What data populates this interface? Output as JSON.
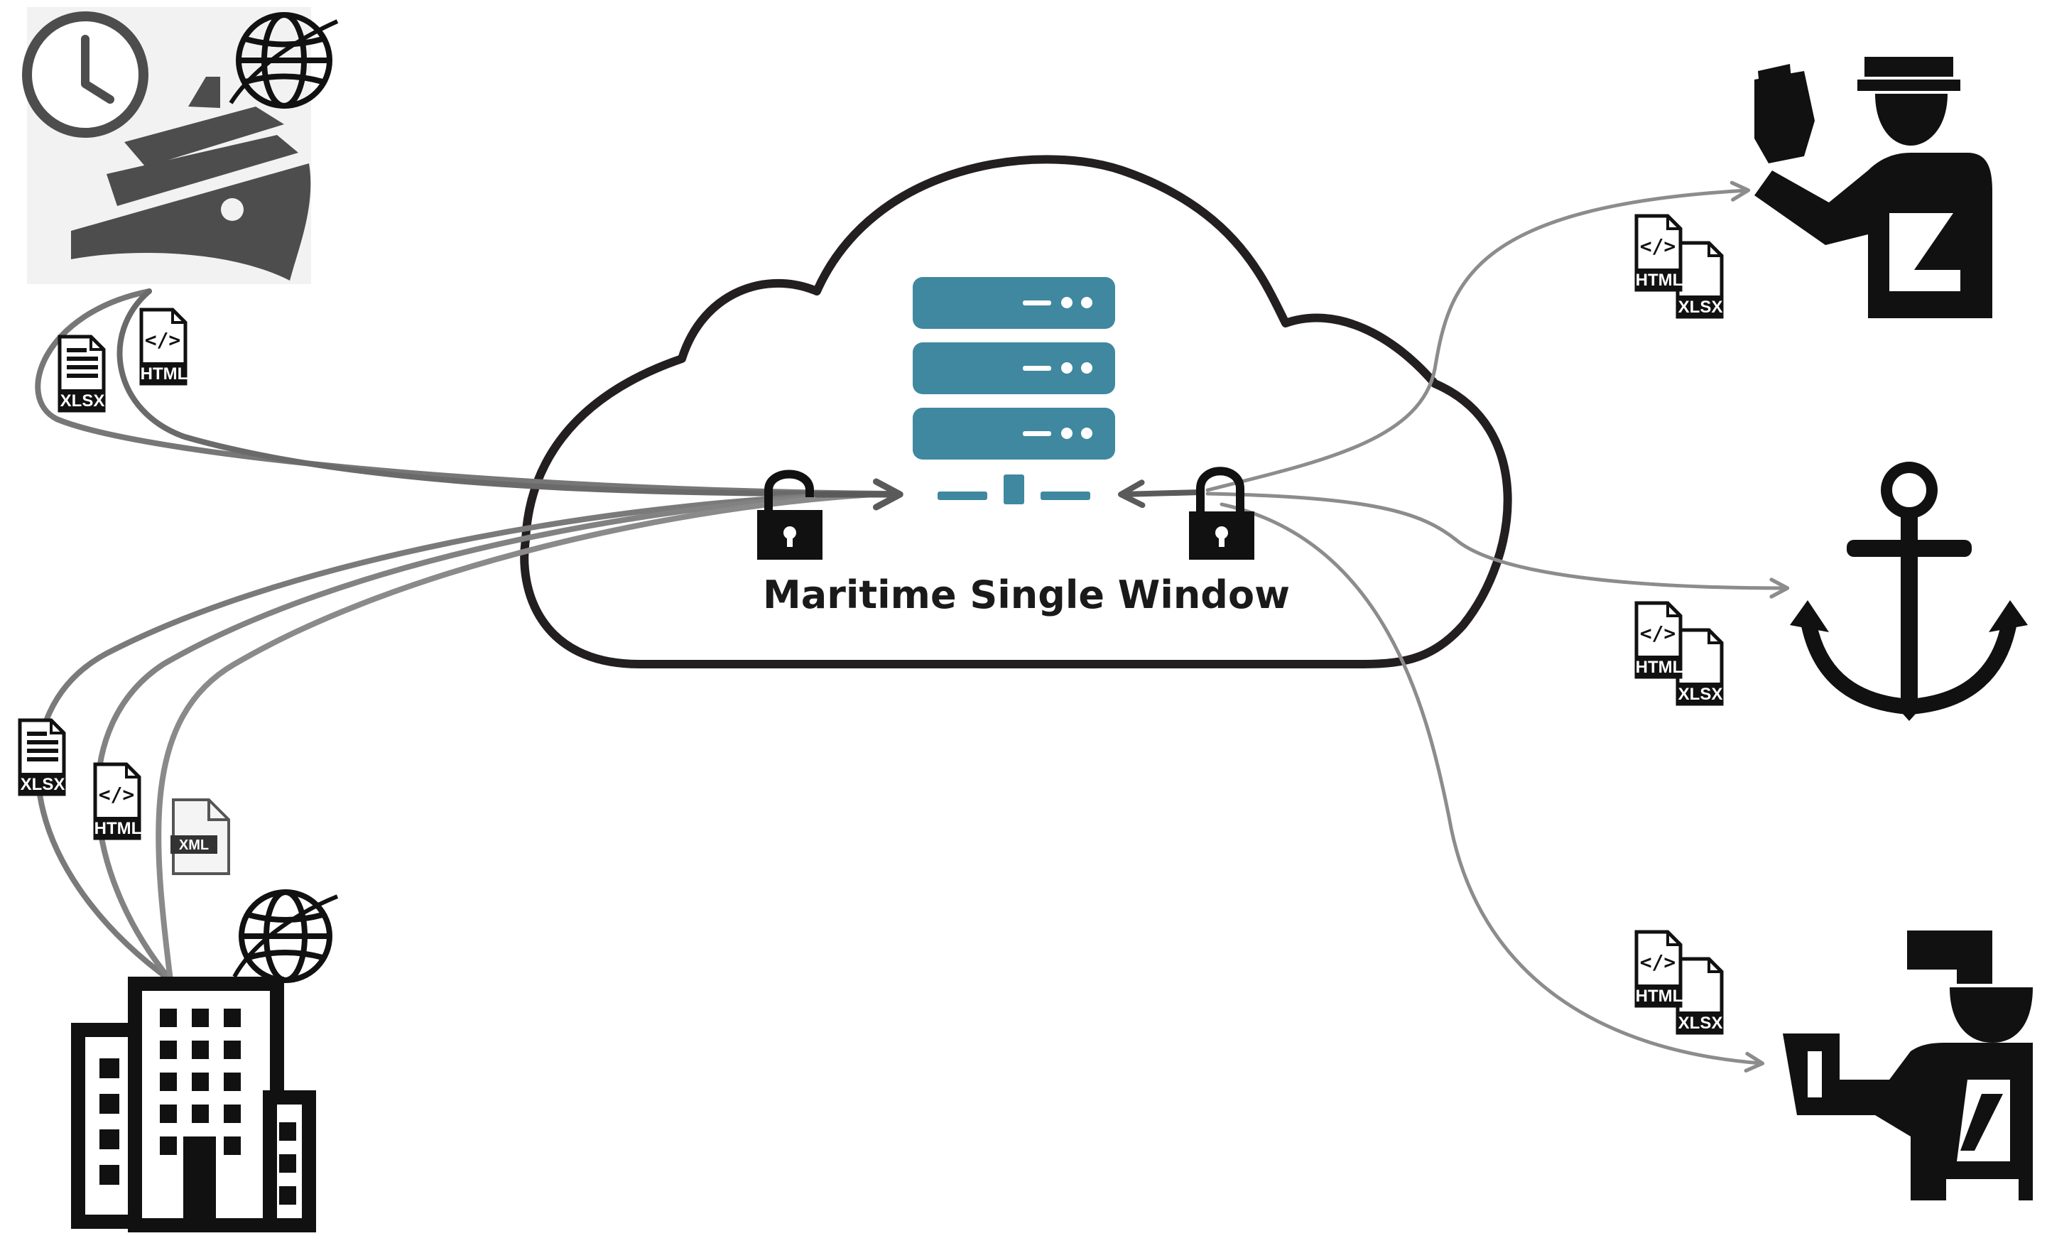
{
  "title": "Maritime Single Window",
  "colors": {
    "server": "#3f88a0",
    "flow_dark": "#5a5a5a",
    "flow_light": "#8c8c8c",
    "icon": "#111111",
    "ship": "#4d4d4d"
  },
  "nodes": {
    "ship": {
      "icons": [
        "clock-icon",
        "ship-icon",
        "globe-icon"
      ]
    },
    "company": {
      "icons": [
        "office-building-icon",
        "globe-icon"
      ]
    },
    "server": {
      "icon": "server-rack-icon"
    },
    "immigration": {
      "icon": "immigration-officer-icon"
    },
    "port": {
      "icon": "anchor-icon"
    },
    "customs": {
      "icon": "customs-officer-icon"
    },
    "lock_in": {
      "icon": "padlock-icon"
    },
    "lock_out": {
      "icon": "padlock-icon"
    }
  },
  "file_badges": {
    "xlsx": "XLSX",
    "html": "HTML",
    "xml": "XML",
    "code": "</>"
  }
}
